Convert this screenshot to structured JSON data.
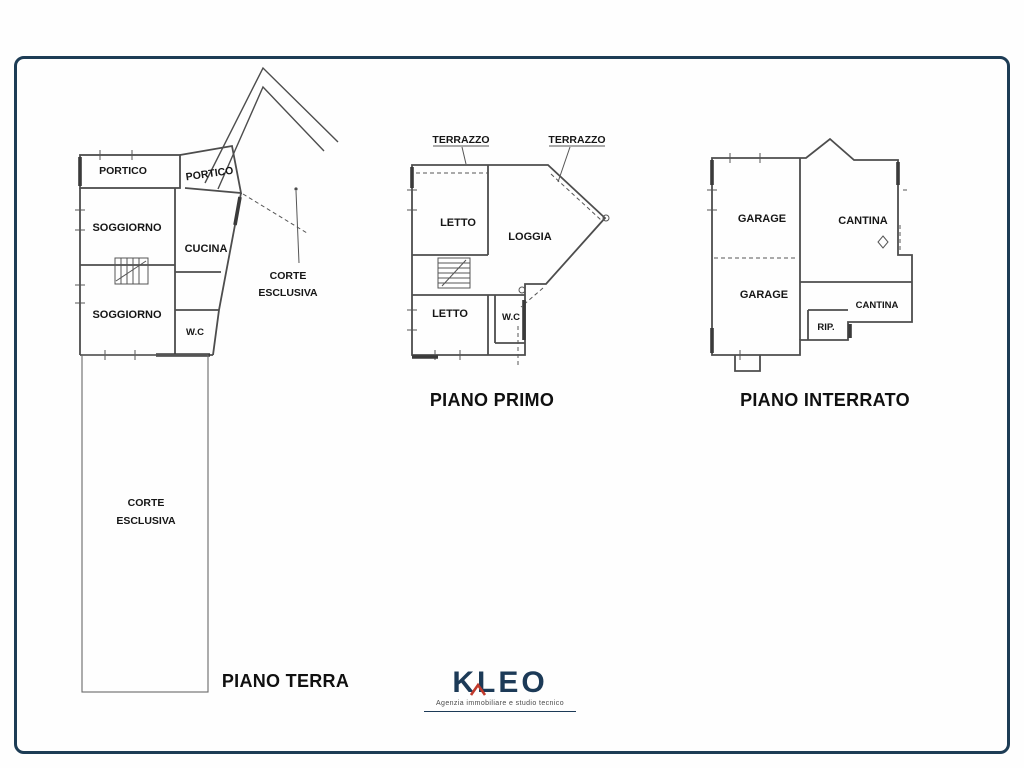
{
  "sheet": {
    "border_color": "#1d3c55",
    "line_color": "#4d4d4d",
    "text_color": "#161616",
    "logo_color": "#1c3a57",
    "logo_accent_color": "#c0392b"
  },
  "plans": {
    "terra": {
      "title": "PIANO TERRA",
      "labels": {
        "portico_top": "PORTICO",
        "portico_side": "PORTICO",
        "soggiorno_upper": "SOGGIORNO",
        "cucina": "CUCINA",
        "soggiorno_lower": "SOGGIORNO",
        "wc": "W.C",
        "corte_annotation_line1": "CORTE",
        "corte_annotation_line2": "ESCLUSIVA",
        "corte_court_line1": "CORTE",
        "corte_court_line2": "ESCLUSIVA"
      }
    },
    "primo": {
      "title": "PIANO PRIMO",
      "labels": {
        "terrazzo_left": "TERRAZZO",
        "terrazzo_right": "TERRAZZO",
        "letto_upper": "LETTO",
        "loggia": "LOGGIA",
        "letto_lower": "LETTO",
        "wc": "W.C"
      }
    },
    "interrato": {
      "title": "PIANO INTERRATO",
      "labels": {
        "garage_upper": "GARAGE",
        "cantina_upper": "CANTINA",
        "garage_lower": "GARAGE",
        "cantina_lower": "CANTINA",
        "rip": "RIP."
      }
    }
  },
  "footer": {
    "logo_text": "KLEO",
    "tagline": "Agenzia immobiliare e studio tecnico"
  }
}
